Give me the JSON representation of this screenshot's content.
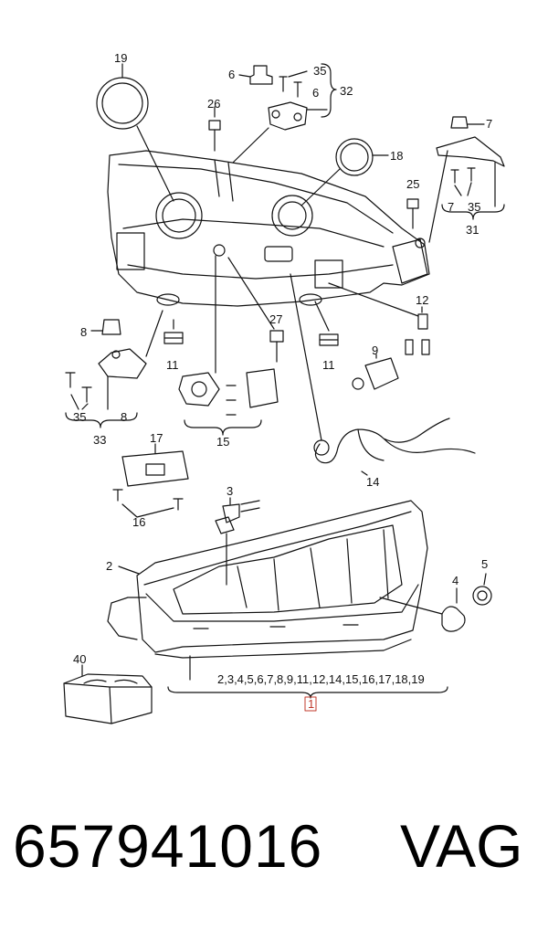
{
  "callouts": {
    "c19": "19",
    "c6a": "6",
    "c35a": "35",
    "c6b": "6",
    "c32": "32",
    "c26": "26",
    "c18": "18",
    "c7a": "7",
    "c25": "25",
    "c7b": "7",
    "c35b": "35",
    "c31": "31",
    "c8a": "8",
    "c11a": "11",
    "c27": "27",
    "c11b": "11",
    "c12": "12",
    "c9": "9",
    "c35c": "35",
    "c8b": "8",
    "c33": "33",
    "c15": "15",
    "c17": "17",
    "c16": "16",
    "c14": "14",
    "c3": "3",
    "c2": "2",
    "c5": "5",
    "c4": "4",
    "c40": "40",
    "assembly_list": "2,3,4,5,6,7,8,9,11,12,14,15,16,17,18,19",
    "main_item": "1"
  },
  "footer": {
    "part_number": "657941016",
    "brand": "VAG"
  },
  "colors": {
    "line": "#111111",
    "highlight": "#c0392b",
    "background": "#ffffff"
  }
}
